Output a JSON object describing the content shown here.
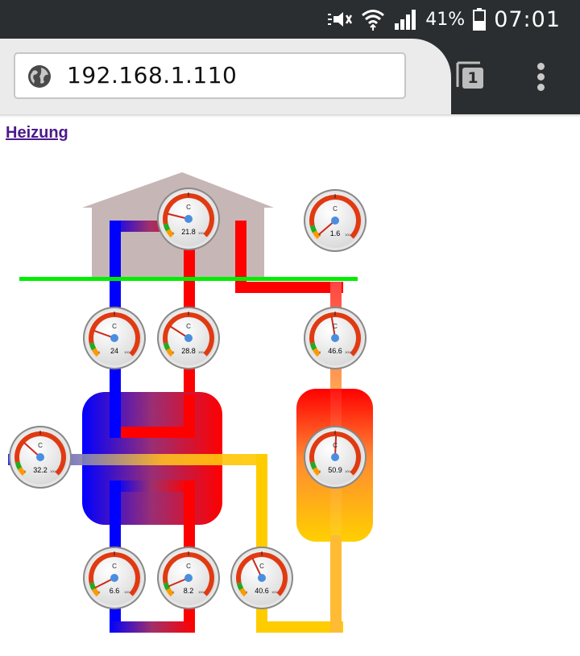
{
  "status_bar": {
    "battery_percent": "41%",
    "time": "07:01",
    "icons": [
      "mute-icon",
      "wifi-icon",
      "signal-icon",
      "battery-icon"
    ]
  },
  "browser": {
    "url": "192.168.1.110",
    "tab_count": "1",
    "icons": [
      "globe-icon",
      "tabs-icon",
      "menu-icon"
    ]
  },
  "page": {
    "heading": "Heizung"
  },
  "gauges": [
    {
      "id": "house",
      "unit": "C",
      "value": 21.8
    },
    {
      "id": "outdoor",
      "unit": "C",
      "value": 1.6
    },
    {
      "id": "left-upper",
      "unit": "C",
      "value": 24
    },
    {
      "id": "middle-upper",
      "unit": "C",
      "value": 28.8
    },
    {
      "id": "right-upper",
      "unit": "C",
      "value": 46.6
    },
    {
      "id": "far-left",
      "unit": "C",
      "value": 32.2
    },
    {
      "id": "boiler",
      "unit": "C",
      "value": 50.9
    },
    {
      "id": "left-lower",
      "unit": "C",
      "value": 6.6
    },
    {
      "id": "middle-lower",
      "unit": "C",
      "value": 8.2
    },
    {
      "id": "right-lower",
      "unit": "C",
      "value": 40.6
    }
  ],
  "gauge_scale": {
    "min": 0,
    "max": 100,
    "min_label": "0",
    "max_label": "100"
  },
  "colors": {
    "cold": "#0000ff",
    "hot": "#ff0000",
    "warm": "#ffcc00",
    "ground": "#00ee00",
    "house": "#c7b6b6",
    "gauge_band": "#e03a12",
    "gauge_green": "#22aa22",
    "gauge_orange": "#ff9900"
  }
}
